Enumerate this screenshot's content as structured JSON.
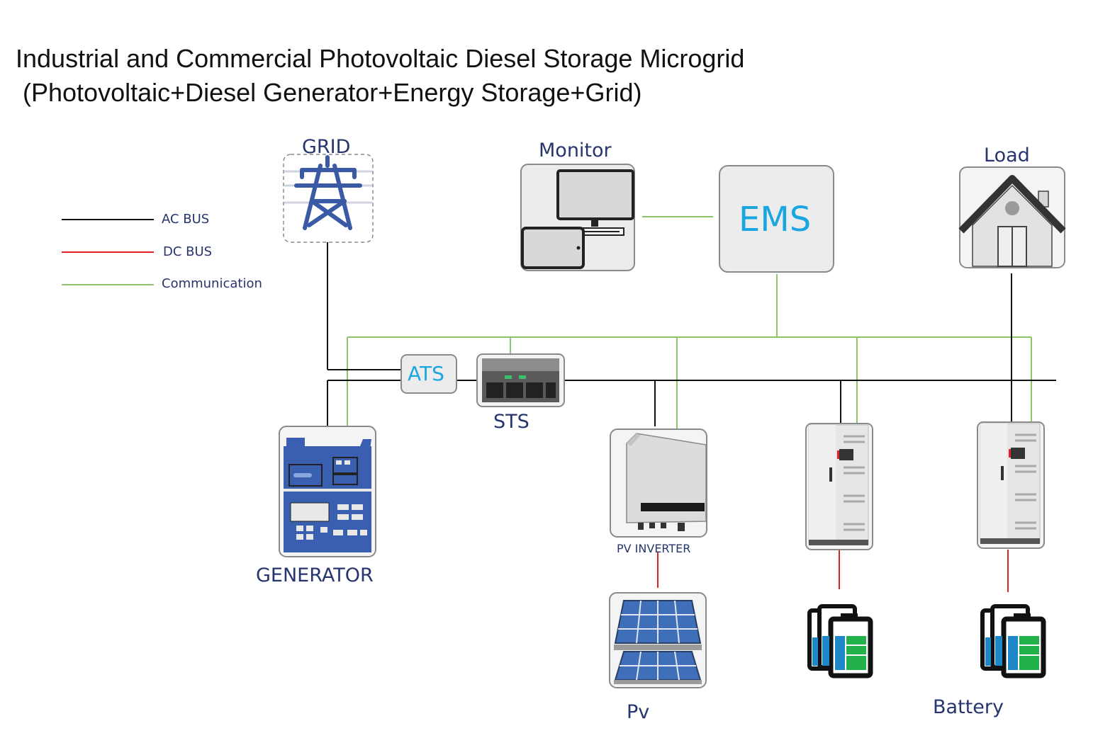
{
  "title": {
    "line1": "Industrial and Commercial Photovoltaic Diesel Storage Microgrid",
    "line2": "(Photovoltaic+Diesel Generator+Energy Storage+Grid)"
  },
  "legend": {
    "ac_bus": "AC BUS",
    "dc_bus": "DC BUS",
    "communication": "Communication"
  },
  "nodes": {
    "grid": "GRID",
    "monitor": "Monitor",
    "ems": "EMS",
    "load": "Load",
    "ats": "ATS",
    "sts": "STS",
    "generator": "GENERATOR",
    "pv_inverter": "PV INVERTER",
    "pv": "Pv",
    "battery": "Battery"
  },
  "colors": {
    "ac_bus": "#111111",
    "dc_bus": "#e0202a",
    "communication": "#8cc46a",
    "label_navy": "#27356e",
    "label_cyan": "#1aa6e0",
    "panel_blue": "#3a5fb0",
    "battery_green": "#22b04a",
    "battery_blue": "#1f86c8"
  }
}
